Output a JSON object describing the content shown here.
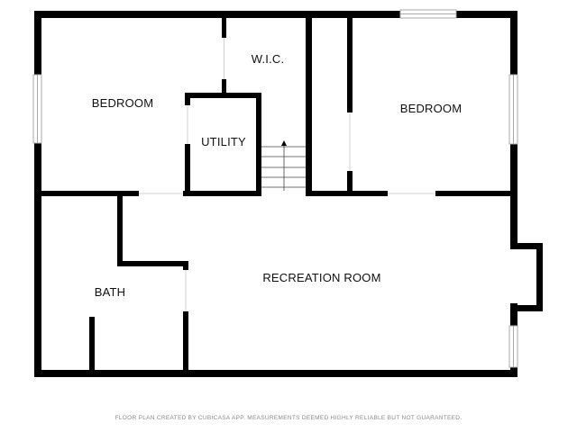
{
  "rooms": {
    "bedroom_left": "BEDROOM",
    "wic": "W.I.C.",
    "utility": "UTILITY",
    "bedroom_right": "BEDROOM",
    "recreation": "RECREATION ROOM",
    "bath": "BATH"
  },
  "footer": "FLOOR PLAN CREATED BY CUBICASA APP. MEASUREMENTS DEEMED HIGHLY RELIABLE BUT NOT GUARANTEED.",
  "colors": {
    "wall": "#000000",
    "window": "#bbbbbb",
    "background": "#ffffff",
    "footer": "#8a8a8a"
  }
}
